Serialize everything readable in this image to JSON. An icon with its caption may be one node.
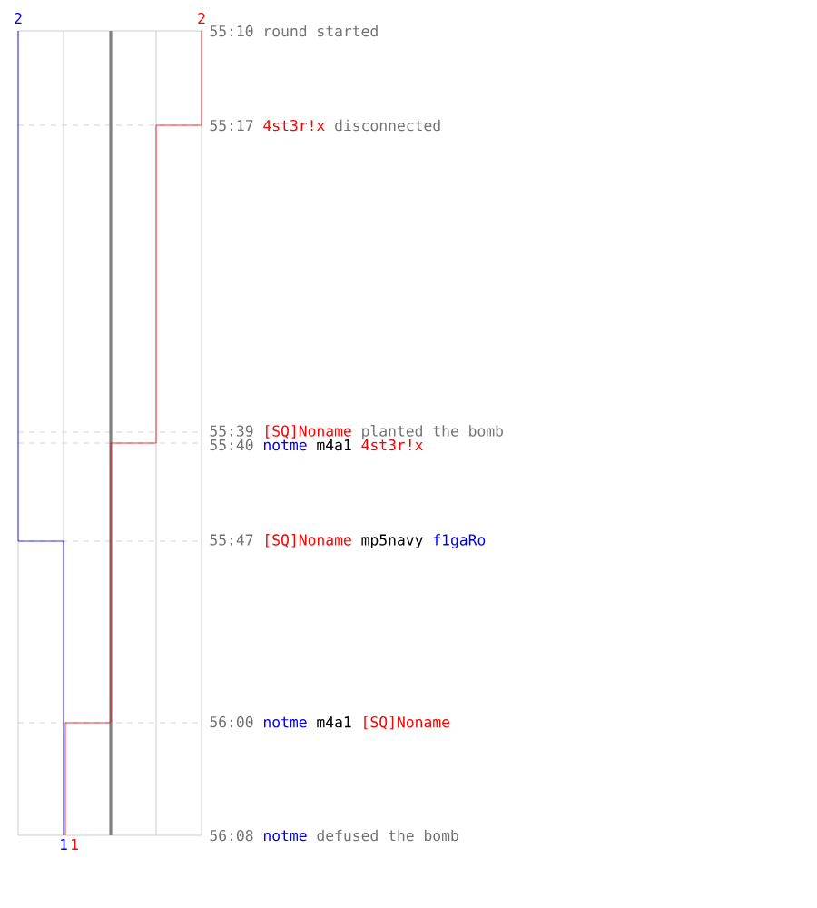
{
  "diagram": {
    "labels": [
      "2",
      "2",
      "55:10",
      "round started",
      "55:17",
      "4st3r!x",
      "disconnected",
      "55:39",
      "[SQ]Noname",
      "planted the bomb",
      "55:40",
      "notme",
      "m4a1",
      "4st3r!x",
      "55:47",
      "[SQ]Noname",
      "mp5navy",
      "f1gaRo",
      "56:00",
      "notme",
      "m4a1",
      "[SQ]Noname",
      "56:08",
      "notme",
      "defused the bomb",
      "1",
      "1"
    ]
  }
}
